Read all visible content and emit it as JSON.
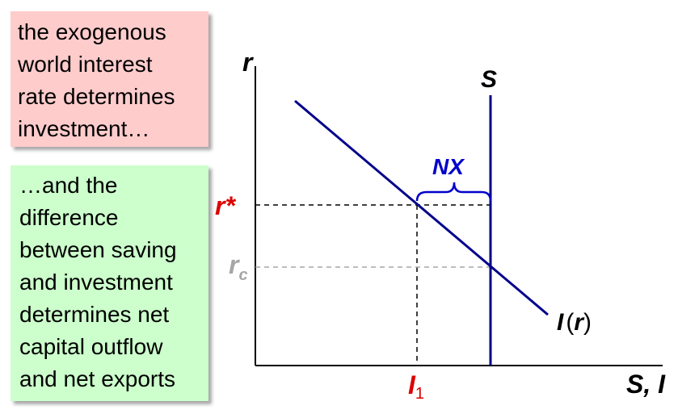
{
  "notes": {
    "top": "the exogenous\nworld interest\nrate determines\ninvestment…",
    "bottom": "…and the\ndifference\nbetween saving\nand investment\ndetermines net\ncapital outflow\nand net exports"
  },
  "diagram": {
    "y_axis_label": "r",
    "x_axis_label": "S, I",
    "saving_label": "S",
    "investment_label": "I",
    "investment_arg": "r",
    "nx_label": "NX",
    "world_rate_label": "r*",
    "closed_rate_label": "r",
    "closed_rate_sub": "c",
    "investment_level_label": "I",
    "investment_level_sub": "1"
  },
  "colors": {
    "curve": "#00008b",
    "world_rate": "#dd0000",
    "closed_rate": "#a6a6a6",
    "nx": "#0000cc",
    "note_top_bg": "#ffcccc",
    "note_bottom_bg": "#ccffcc"
  }
}
